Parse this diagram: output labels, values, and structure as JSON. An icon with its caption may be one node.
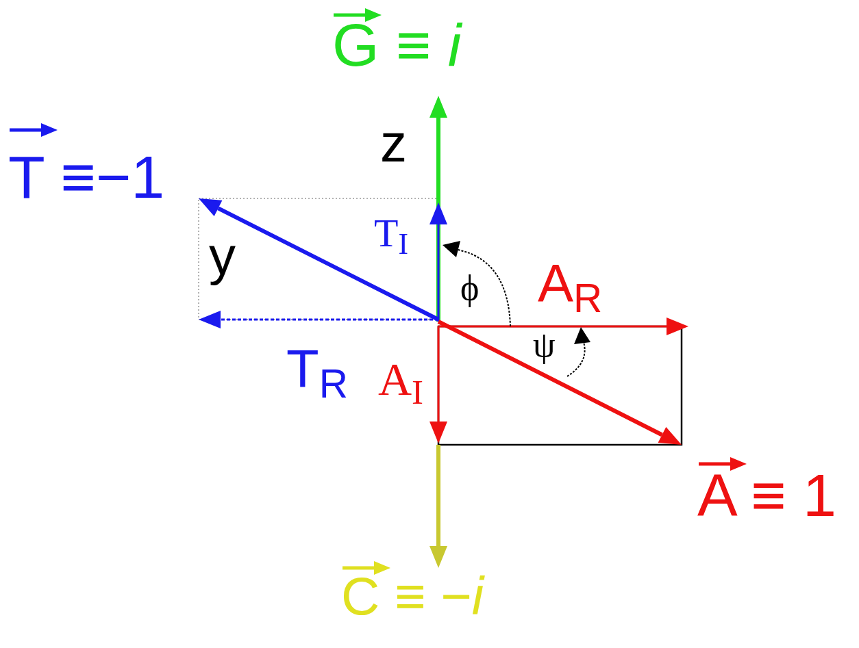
{
  "diagram": {
    "labels": [
      "G ≡ *i*",
      "z",
      "T ≡−1",
      "y",
      "T$_{I}$",
      "ϕ",
      "A$_{R}$",
      "ψ",
      "T$_{R}$",
      "A$_{I}$",
      "A ≡ 1",
      "C ≡ −*i*"
    ]
  }
}
